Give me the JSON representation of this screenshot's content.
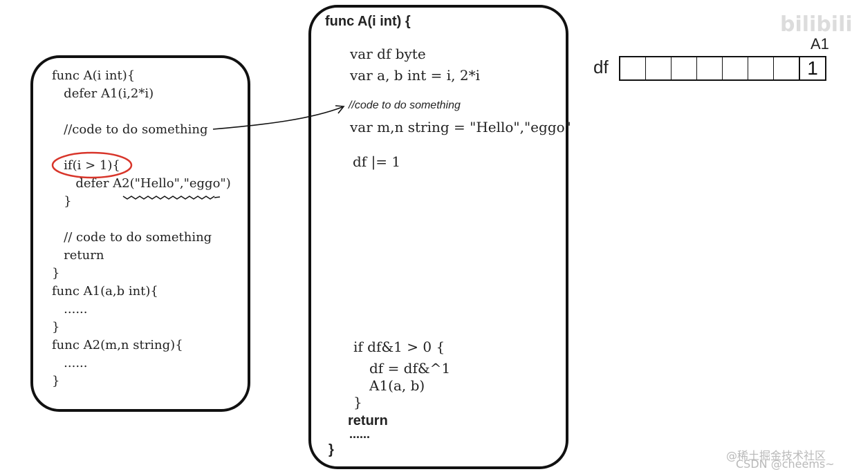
{
  "left_code": [
    "func A(i int){",
    "   defer A1(i,2*i)",
    "",
    "   //code to do something",
    "",
    "   if(i > 1){",
    "      defer A2(\"Hello\",\"eggo\")",
    "   }",
    "",
    "   // code to do something",
    "   return",
    "}",
    "func A1(a,b int){",
    "   ......",
    "}",
    "func A2(m,n string){",
    "   ......",
    "}"
  ],
  "middle_code": {
    "header": "func A(i int) {",
    "var_df": "var df byte",
    "var_ab": "var a, b int = i, 2*i",
    "comment": "//code to do something",
    "var_mn": "var m,n string = \"Hello\",\"eggo\"",
    "df_or": "df |= 1",
    "if_line": "if df&1 > 0 {",
    "df_assign": "df = df&^1",
    "call": "A1(a, b)",
    "close_if": "}",
    "return": "return",
    "dots": "......",
    "close_func": "}"
  },
  "bitfield": {
    "label": "df",
    "marker": "A1",
    "cells": [
      "",
      "",
      "",
      "",
      "",
      "",
      "",
      "1"
    ]
  },
  "watermarks": {
    "top_right": "bilibili",
    "bottom_right_1": "@稀土掘金技术社区",
    "bottom_right_2": "CSDN @cheems~"
  },
  "colors": {
    "highlight": "#d8352a",
    "ink": "#111111"
  }
}
